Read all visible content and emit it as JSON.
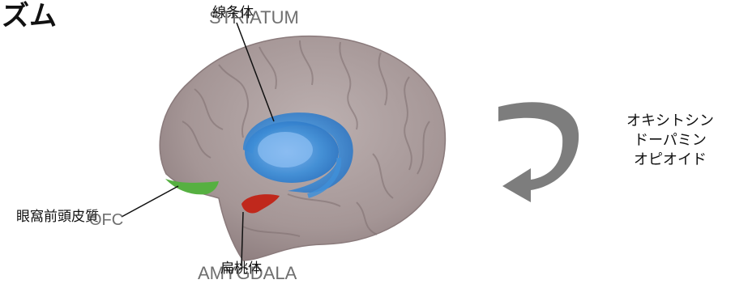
{
  "title_fragment": "ズム",
  "labels": {
    "striatum_en": "STRIATUM",
    "striatum_ja": "線条体",
    "amygdala_en": "AMYGDALA",
    "amygdala_ja": "扁桃体",
    "ofc_ja": "眼窩前頭皮質",
    "ofc_en": "OFC"
  },
  "hormones": [
    "オキシトシン",
    "ドーパミン",
    "オピオイド"
  ],
  "colors": {
    "brain": "#a79898",
    "striatum": "#3f8fd8",
    "amygdala": "#c0281c",
    "ofc": "#56b041",
    "arrow": "#7d7d7d"
  }
}
